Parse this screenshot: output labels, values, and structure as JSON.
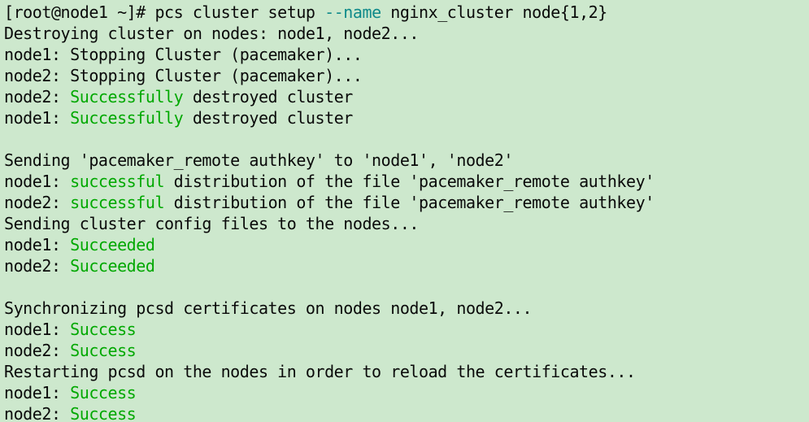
{
  "terminal": {
    "title": "pcs cluster setup terminal output",
    "colors": {
      "background": "#cde8cd",
      "default_text": "#0a0a0a",
      "success_green": "#00a800",
      "option_teal": "#0f8a8a"
    },
    "prompt": "[root@node1 ~]#",
    "command": "pcs cluster setup --name nginx_cluster node{1,2}",
    "cluster_name": "nginx_cluster",
    "nodes": [
      "node1",
      "node2"
    ],
    "lines": [
      {
        "id": "line-command",
        "segments": [
          {
            "text": "[root@node1 ~]# pcs cluster setup ",
            "color": "default"
          },
          {
            "text": "--name",
            "color": "teal"
          },
          {
            "text": " nginx_cluster node{1,2}",
            "color": "default"
          }
        ]
      },
      {
        "id": "line-destroying",
        "segments": [
          {
            "text": "Destroying cluster on nodes: node1, node2...",
            "color": "default"
          }
        ]
      },
      {
        "id": "line-node1-stopping",
        "segments": [
          {
            "text": "node1: Stopping Cluster (pacemaker)...",
            "color": "default"
          }
        ]
      },
      {
        "id": "line-node2-stopping",
        "segments": [
          {
            "text": "node2: Stopping Cluster (pacemaker)...",
            "color": "default"
          }
        ]
      },
      {
        "id": "line-node2-destroyed",
        "segments": [
          {
            "text": "node2: ",
            "color": "default"
          },
          {
            "text": "Successfully",
            "color": "green"
          },
          {
            "text": " destroyed cluster",
            "color": "default"
          }
        ]
      },
      {
        "id": "line-node1-destroyed",
        "segments": [
          {
            "text": "node1: ",
            "color": "default"
          },
          {
            "text": "Successfully",
            "color": "green"
          },
          {
            "text": " destroyed cluster",
            "color": "default"
          }
        ]
      },
      {
        "id": "line-blank-1",
        "blank": true,
        "segments": [
          {
            "text": " ",
            "color": "default"
          }
        ]
      },
      {
        "id": "line-sending-authkey",
        "segments": [
          {
            "text": "Sending 'pacemaker_remote authkey' to 'node1', 'node2'",
            "color": "default"
          }
        ]
      },
      {
        "id": "line-node1-authkey",
        "segments": [
          {
            "text": "node1: ",
            "color": "default"
          },
          {
            "text": "successful",
            "color": "green"
          },
          {
            "text": " distribution of the file 'pacemaker_remote authkey'",
            "color": "default"
          }
        ]
      },
      {
        "id": "line-node2-authkey",
        "segments": [
          {
            "text": "node2: ",
            "color": "default"
          },
          {
            "text": "successful",
            "color": "green"
          },
          {
            "text": " distribution of the file 'pacemaker_remote authkey'",
            "color": "default"
          }
        ]
      },
      {
        "id": "line-sending-config",
        "segments": [
          {
            "text": "Sending cluster config files to the nodes...",
            "color": "default"
          }
        ]
      },
      {
        "id": "line-node1-succeeded",
        "segments": [
          {
            "text": "node1: ",
            "color": "default"
          },
          {
            "text": "Succeeded",
            "color": "green"
          }
        ]
      },
      {
        "id": "line-node2-succeeded",
        "segments": [
          {
            "text": "node2: ",
            "color": "default"
          },
          {
            "text": "Succeeded",
            "color": "green"
          }
        ]
      },
      {
        "id": "line-blank-2",
        "blank": true,
        "segments": [
          {
            "text": " ",
            "color": "default"
          }
        ]
      },
      {
        "id": "line-synchronizing",
        "segments": [
          {
            "text": "Synchronizing pcsd certificates on nodes node1, node2...",
            "color": "default"
          }
        ]
      },
      {
        "id": "line-node1-sync-success",
        "segments": [
          {
            "text": "node1: ",
            "color": "default"
          },
          {
            "text": "Success",
            "color": "green"
          }
        ]
      },
      {
        "id": "line-node2-sync-success",
        "segments": [
          {
            "text": "node2: ",
            "color": "default"
          },
          {
            "text": "Success",
            "color": "green"
          }
        ]
      },
      {
        "id": "line-restarting",
        "segments": [
          {
            "text": "Restarting pcsd on the nodes in order to reload the certificates...",
            "color": "default"
          }
        ]
      },
      {
        "id": "line-node1-restart-success",
        "segments": [
          {
            "text": "node1: ",
            "color": "default"
          },
          {
            "text": "Success",
            "color": "green"
          }
        ]
      },
      {
        "id": "line-node2-restart-success",
        "segments": [
          {
            "text": "node2: ",
            "color": "default"
          },
          {
            "text": "Success",
            "color": "green"
          }
        ]
      }
    ]
  }
}
